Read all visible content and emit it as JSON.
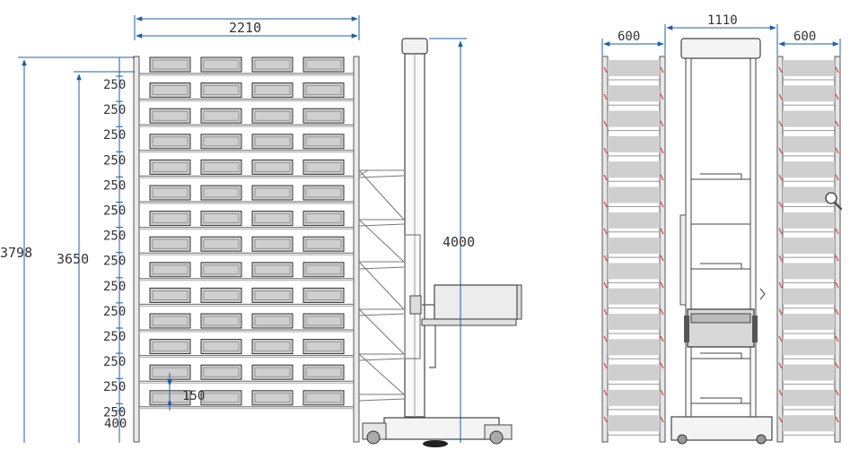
{
  "front_view": {
    "overall_width": "2210",
    "overall_height_left": "3798",
    "rack_height": "3650",
    "shelf_pitch": "250",
    "shelf_pitch_count": 14,
    "bottom_height": "400",
    "gap_label": "150",
    "lifter_height": "4000",
    "tray_rows": 14,
    "tray_columns": 4
  },
  "side_view": {
    "left_rack_depth": "600",
    "aisle_width": "1110",
    "right_rack_depth": "600",
    "tray_rows": 15
  },
  "icons": {
    "zoom": "magnifier-icon"
  },
  "colors": {
    "dimension_line": "#1f5fa6",
    "tray_fill": "#cfcfcf",
    "accent_red": "#d62020"
  }
}
